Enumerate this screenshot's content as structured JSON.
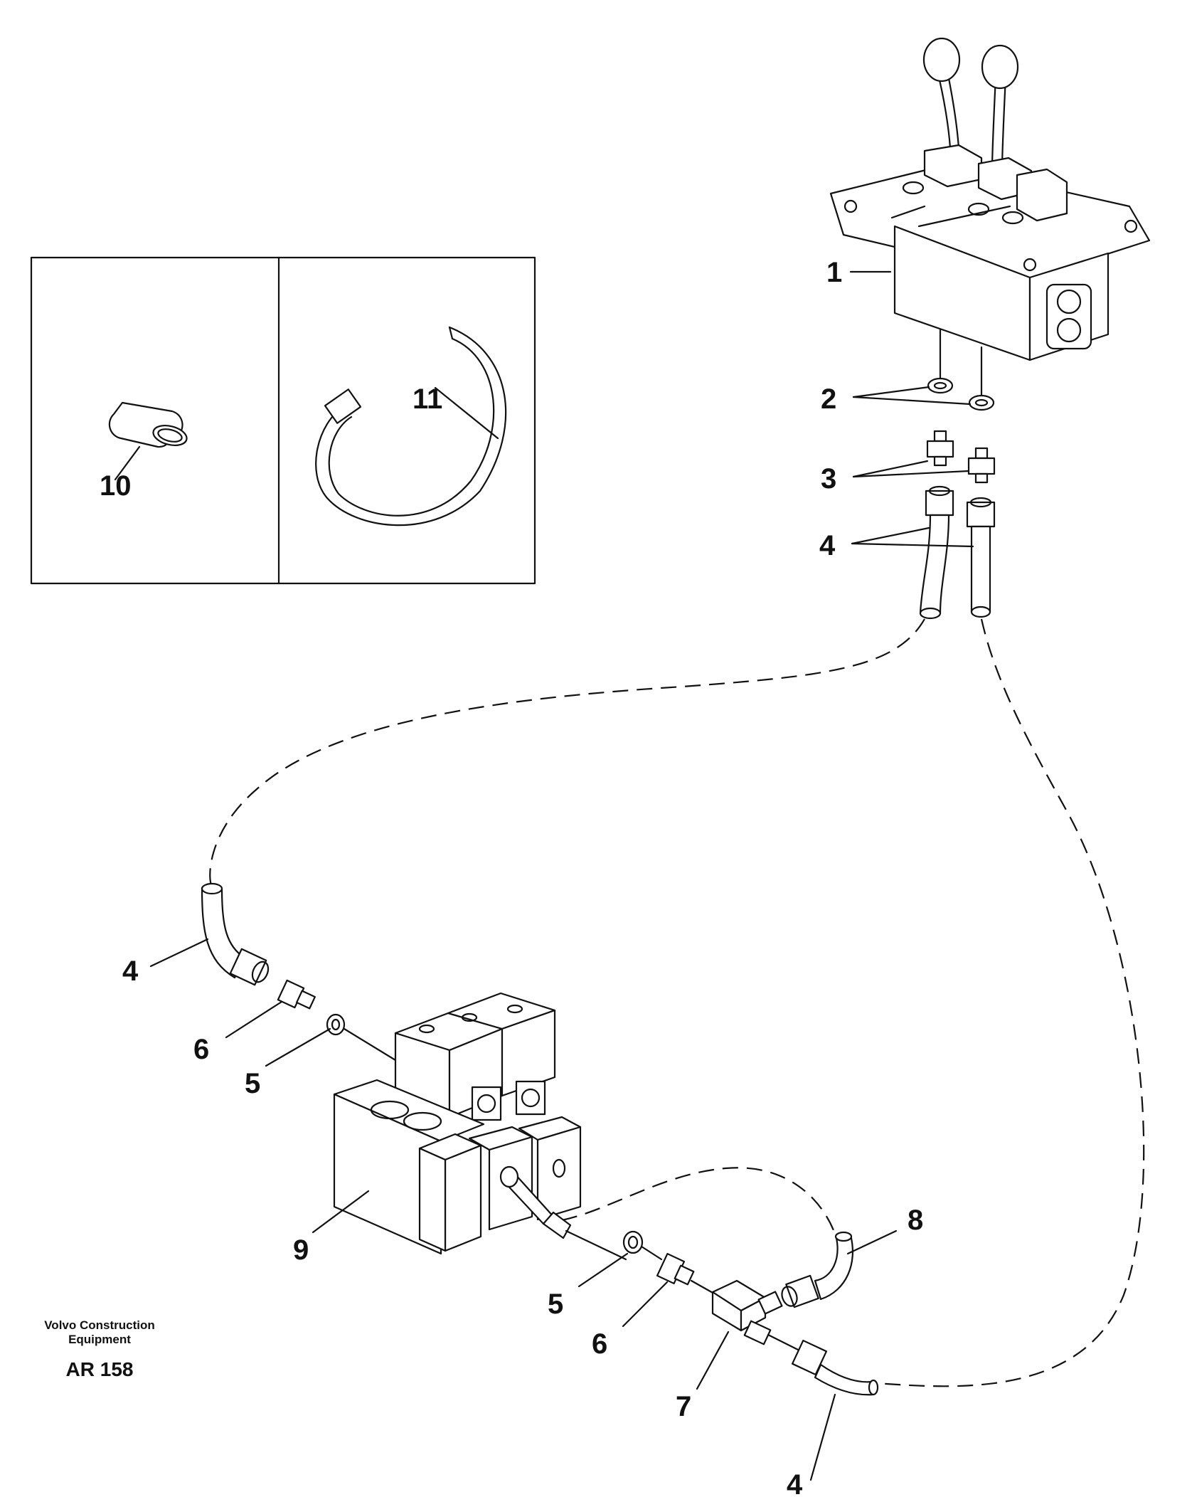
{
  "callouts": {
    "c1": "1",
    "c2": "2",
    "c3": "3",
    "c4a": "4",
    "c4b": "4",
    "c4c": "4",
    "c5a": "5",
    "c5b": "5",
    "c6a": "6",
    "c6b": "6",
    "c7": "7",
    "c8": "8",
    "c9": "9",
    "c10": "10",
    "c11": "11"
  },
  "stamp": {
    "company_line1": "Volvo Construction",
    "company_line2": "Equipment",
    "drawing_code": "AR 158"
  }
}
